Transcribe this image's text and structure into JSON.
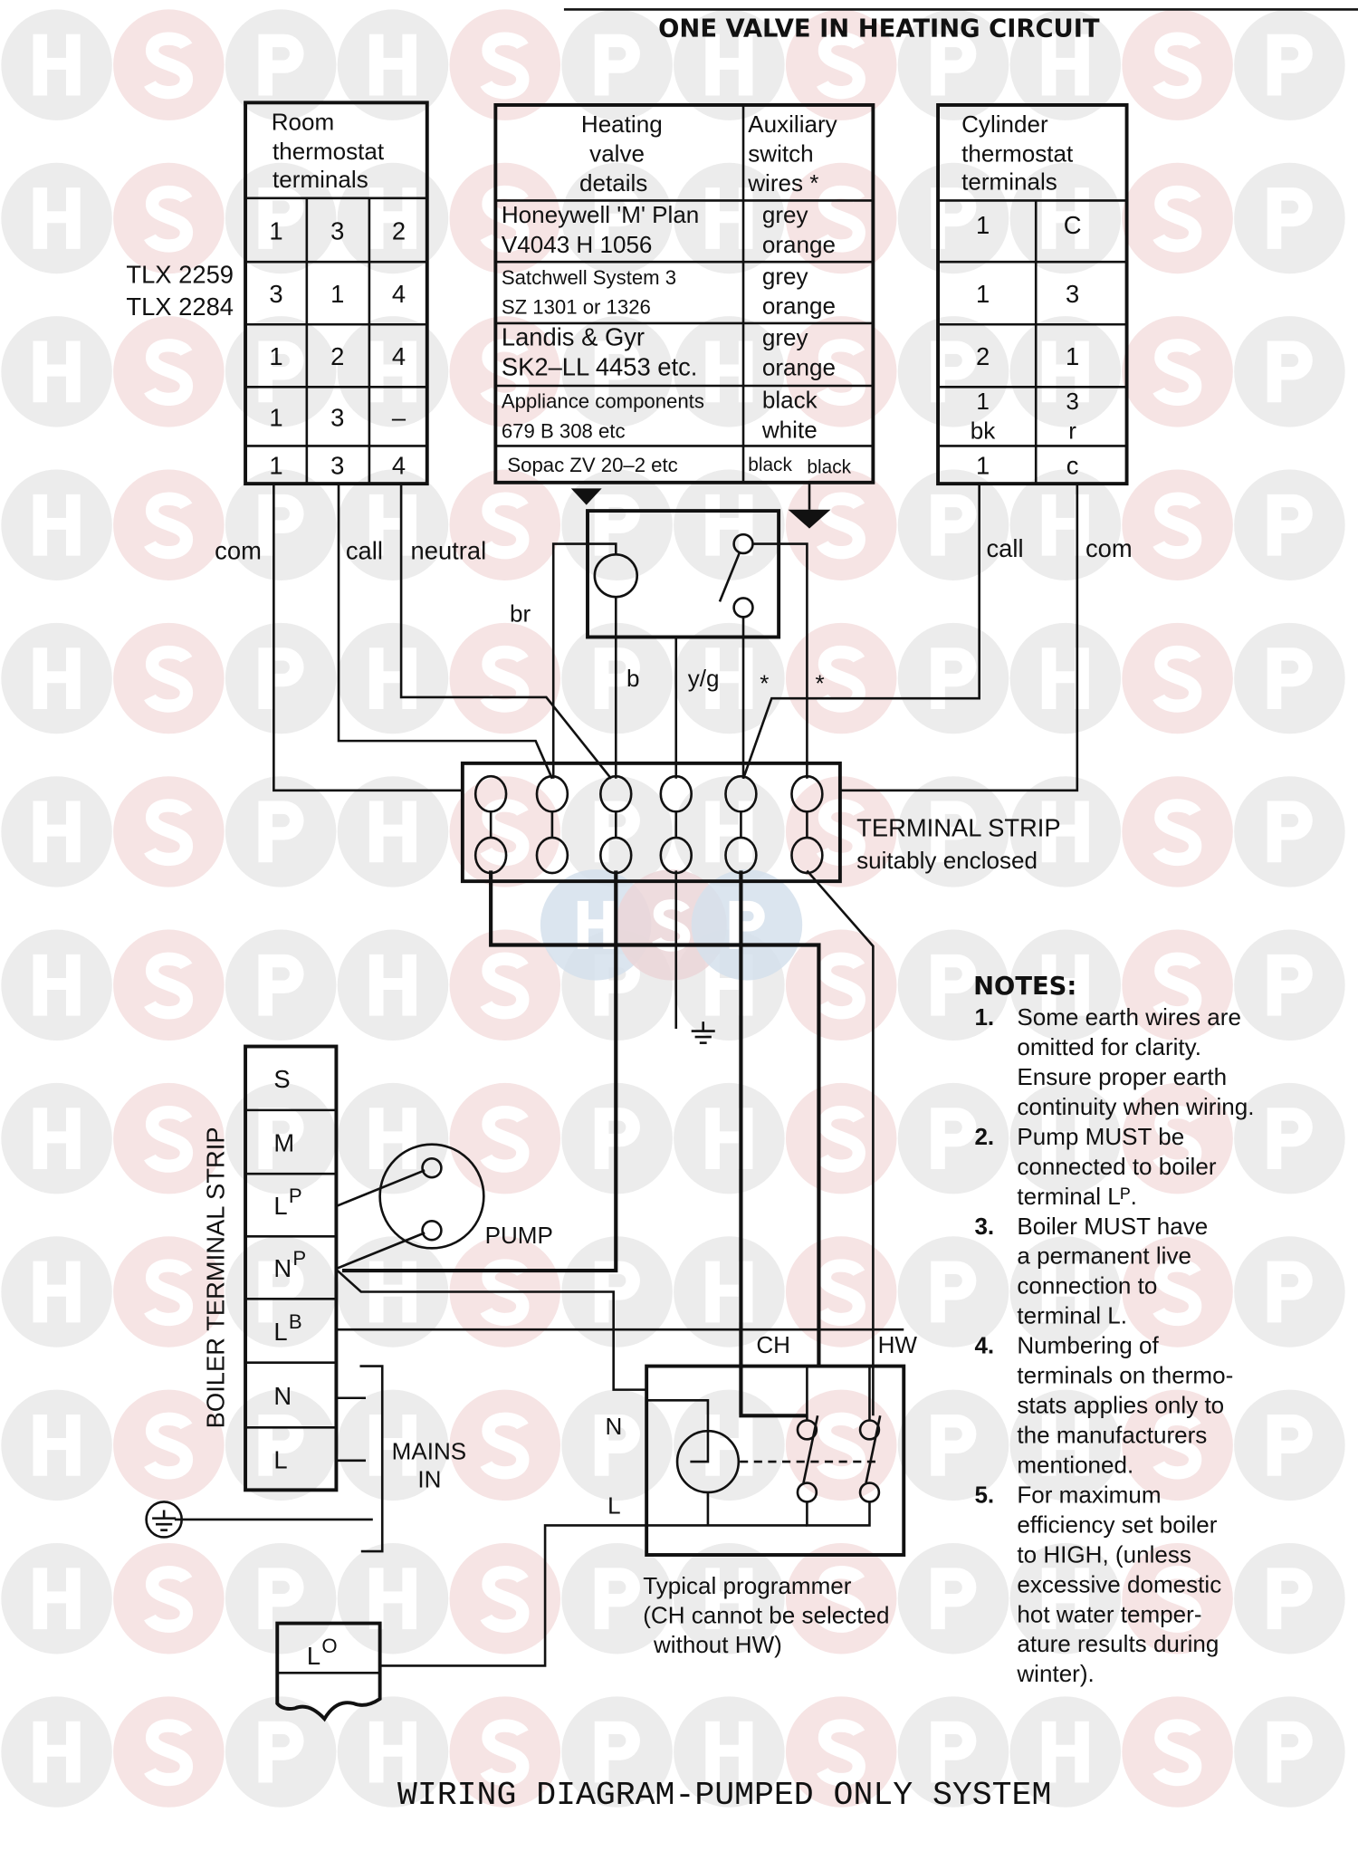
{
  "header": {
    "title": "ONE VALVE IN HEATING CIRCUIT"
  },
  "watermark": {
    "letters": [
      "H",
      "S",
      "P"
    ],
    "colors": {
      "grey": "#ececec",
      "pink": "#f6e4e4",
      "blue_center": "#d5e0ec",
      "pink_center": "#ebd6d8"
    }
  },
  "room_thermostat": {
    "header": [
      "Room",
      "thermostat",
      "terminals"
    ],
    "model_labels": [
      "TLX 2259",
      "TLX 2284"
    ],
    "rows": [
      [
        "1",
        "3",
        "2"
      ],
      [
        "3",
        "1",
        "4"
      ],
      [
        "1",
        "2",
        "4"
      ],
      [
        "1",
        "3",
        "–"
      ],
      [
        "1",
        "3",
        "4"
      ]
    ],
    "wire_labels": [
      "com",
      "call",
      "neutral"
    ]
  },
  "valve_table": {
    "header_left": [
      "Heating",
      "valve",
      "details"
    ],
    "header_right": [
      "Auxiliary",
      "switch",
      "wires *"
    ],
    "rows": [
      {
        "valve": [
          "Honeywell 'M' Plan",
          "V4043 H 1056"
        ],
        "wires": [
          "grey",
          "orange"
        ]
      },
      {
        "valve": [
          "Satchwell System 3",
          "SZ 1301 or 1326"
        ],
        "wires": [
          "grey",
          "orange"
        ]
      },
      {
        "valve": [
          "Landis & Gyr",
          "SK2–LL 4453 etc."
        ],
        "wires": [
          "grey",
          "orange"
        ]
      },
      {
        "valve": [
          "Appliance components",
          "679 B 308 etc"
        ],
        "wires": [
          "black",
          "white"
        ]
      },
      {
        "valve": [
          "Sopac ZV 20–2 etc"
        ],
        "wires": [
          "black",
          "black"
        ]
      }
    ]
  },
  "cylinder_thermostat": {
    "header": [
      "Cylinder",
      "thermostat",
      "terminals"
    ],
    "rows": [
      [
        "1",
        "C"
      ],
      [
        "1",
        "3"
      ],
      [
        "2",
        "1"
      ],
      [
        "1\nbk",
        "3\nr"
      ],
      [
        "1",
        "c"
      ]
    ],
    "rows_display": [
      {
        "a": [
          "1"
        ],
        "b": [
          "C"
        ]
      },
      {
        "a": [
          "1"
        ],
        "b": [
          "3"
        ]
      },
      {
        "a": [
          "2"
        ],
        "b": [
          "1"
        ]
      },
      {
        "a": [
          "1",
          "bk"
        ],
        "b": [
          "3",
          "r"
        ]
      },
      {
        "a": [
          "1"
        ],
        "b": [
          "c"
        ]
      }
    ],
    "wire_labels": [
      "call",
      "com"
    ]
  },
  "valve_wires": {
    "br": "br",
    "b": "b",
    "yg": "y/g",
    "aux1": "*",
    "aux2": "*"
  },
  "terminal_strip": {
    "label": "TERMINAL STRIP",
    "sublabel": "suitably enclosed",
    "terminal_count": 6
  },
  "boiler_strip": {
    "label": "BOILER TERMINAL STRIP",
    "terminals": [
      {
        "main": "S",
        "sup": ""
      },
      {
        "main": "M",
        "sup": ""
      },
      {
        "main": "L",
        "sup": "P"
      },
      {
        "main": "N",
        "sup": "P"
      },
      {
        "main": "L",
        "sup": "B"
      },
      {
        "main": "N",
        "sup": ""
      },
      {
        "main": "L",
        "sup": ""
      }
    ],
    "mains_label": [
      "MAINS",
      "IN"
    ]
  },
  "pump": {
    "label": "PUMP"
  },
  "programmer": {
    "ch_label": "CH",
    "hw_label": "HW",
    "n_label": "N",
    "l_label": "L",
    "caption": [
      "Typical programmer",
      "(CH cannot be selected",
      "without HW)"
    ]
  },
  "lo_terminal": {
    "main": "L",
    "sup": "O"
  },
  "notes": {
    "title": "NOTES:",
    "items": [
      {
        "num": "1.",
        "lines": [
          "Some earth wires are",
          "omitted for clarity.",
          "Ensure proper earth",
          "continuity when wiring."
        ]
      },
      {
        "num": "2.",
        "lines": [
          "Pump MUST be",
          "connected to boiler",
          "terminal Lᴾ."
        ]
      },
      {
        "num": "3.",
        "lines": [
          "Boiler MUST have",
          "a permanent live",
          "connection to",
          "terminal L."
        ]
      },
      {
        "num": "4.",
        "lines": [
          "Numbering of",
          "terminals on thermo-",
          "stats applies only to",
          "the manufacturers",
          "mentioned."
        ]
      },
      {
        "num": "5.",
        "lines": [
          "For maximum",
          "efficiency set boiler",
          "to HIGH, (unless",
          "excessive domestic",
          "hot water temper-",
          "ature results during",
          "winter)."
        ]
      }
    ]
  },
  "footer": {
    "title": "WIRING DIAGRAM-PUMPED ONLY SYSTEM"
  }
}
